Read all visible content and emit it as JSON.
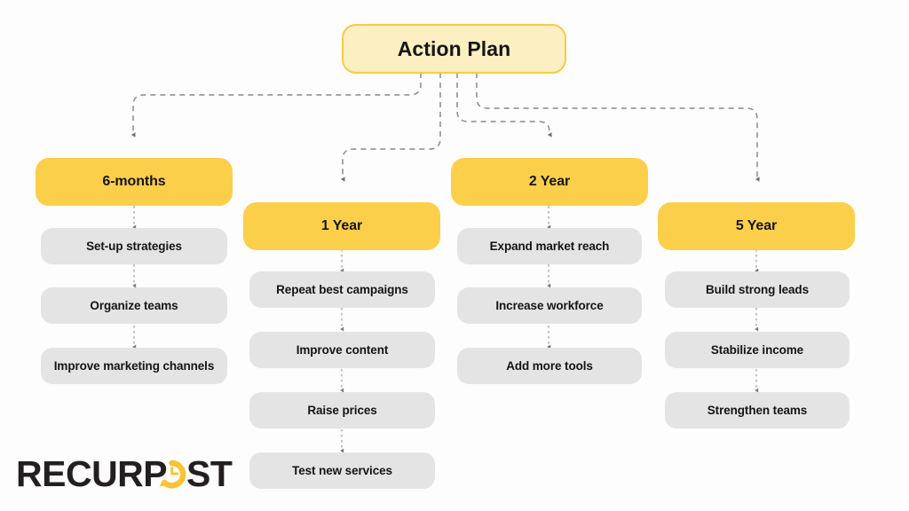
{
  "diagram": {
    "title": "Action Plan",
    "root": {
      "label": "Action Plan"
    },
    "columns": [
      {
        "id": "six-months",
        "phase_label": "6-months",
        "steps": [
          "Set-up strategies",
          "Organize teams",
          "Improve marketing channels"
        ]
      },
      {
        "id": "one-year",
        "phase_label": "1 Year",
        "steps": [
          "Repeat best campaigns",
          "Improve content",
          "Raise prices",
          "Test new services"
        ]
      },
      {
        "id": "two-year",
        "phase_label": "2 Year",
        "steps": [
          "Expand market reach",
          "Increase workforce",
          "Add more tools"
        ]
      },
      {
        "id": "five-year",
        "phase_label": "5 Year",
        "steps": [
          "Build strong leads",
          "Stabilize income",
          "Strengthen teams"
        ]
      }
    ]
  },
  "branding": {
    "logo_text_left": "RECURP",
    "logo_icon": "clock-icon",
    "logo_text_right": "ST",
    "logo_full_text": "RECURPOST"
  },
  "colors": {
    "background": "#FDFDFD",
    "root_fill": "#FCEFC1",
    "root_border": "#F7CA49",
    "phase_fill": "#FCCF4B",
    "step_fill": "#E5E4E4",
    "text": "#151515",
    "connector": "#8A8A8A",
    "logo_dark": "#231F20",
    "logo_accent": "#FBC233"
  }
}
